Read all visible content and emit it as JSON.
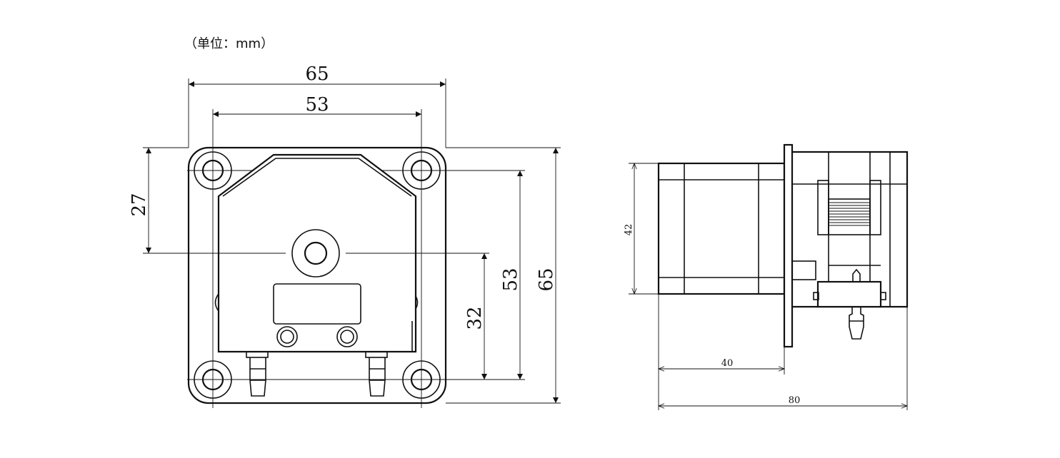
{
  "unit_label": "（单位：mm）",
  "front_view": {
    "dims": {
      "width_overall": "65",
      "hole_spacing_horizontal": "53",
      "top_to_shaft": "27",
      "shaft_to_hole": "32",
      "hole_spacing_vertical": "53",
      "height_overall": "65"
    }
  },
  "side_view": {
    "dims": {
      "motor_height": "42",
      "motor_length": "40",
      "overall_length": "80"
    }
  }
}
